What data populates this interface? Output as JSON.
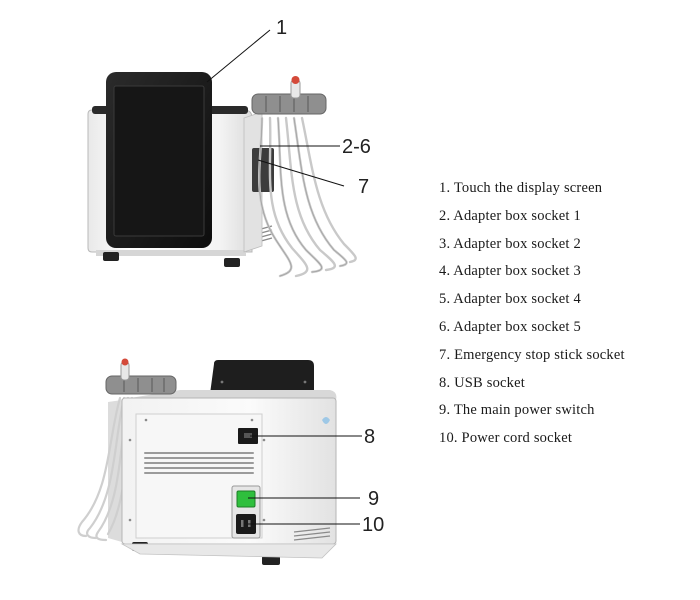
{
  "callouts": {
    "c1": "1",
    "c2_6": "2-6",
    "c7": "7",
    "c8": "8",
    "c9": "9",
    "c10": "10"
  },
  "legend": [
    "1. Touch the display screen",
    "2. Adapter box socket 1",
    "3. Adapter box socket 2",
    "4. Adapter box socket 3",
    "5. Adapter box socket 4",
    "6.  Adapter box socket 5",
    "7. Emergency stop stick socket",
    "8. USB socket",
    "9. The main power switch",
    "10. Power cord socket"
  ]
}
